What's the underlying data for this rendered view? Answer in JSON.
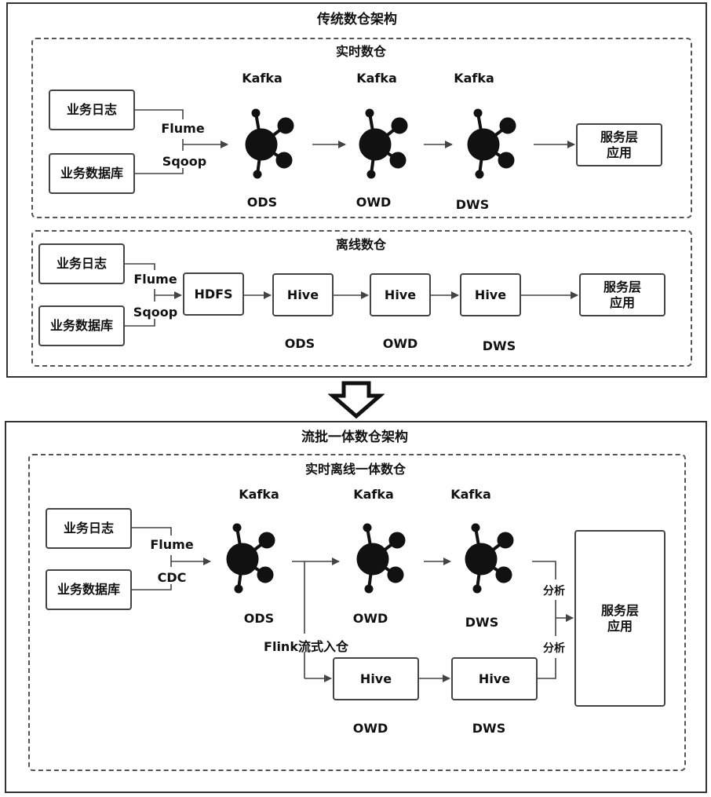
{
  "top": {
    "title": "传统数仓架构",
    "realtime": {
      "title": "实时数仓",
      "sources": [
        "业务日志",
        "业务数据库"
      ],
      "ingest_top": "Flume",
      "ingest_bottom": "Sqoop",
      "kafka_label": "Kafka",
      "layers": [
        "ODS",
        "OWD",
        "DWS"
      ],
      "sink": [
        "服务层",
        "应用"
      ]
    },
    "offline": {
      "title": "离线数仓",
      "sources": [
        "业务日志",
        "业务数据库"
      ],
      "ingest_top": "Flume",
      "ingest_bottom": "Sqoop",
      "hdfs": "HDFS",
      "hive": "Hive",
      "layers": [
        "ODS",
        "OWD",
        "DWS"
      ],
      "sink": [
        "服务层",
        "应用"
      ]
    }
  },
  "bottom": {
    "title": "流批一体数仓架构",
    "unified": {
      "title": "实时离线一体数仓",
      "sources": [
        "业务日志",
        "业务数据库"
      ],
      "ingest_top": "Flume",
      "ingest_bottom": "CDC",
      "kafka_label": "Kafka",
      "layers": [
        "ODS",
        "OWD",
        "DWS"
      ],
      "flink": "Flink流式入仓",
      "hive": "Hive",
      "hive_layers": [
        "OWD",
        "DWS"
      ],
      "analysis": "分析",
      "sink": [
        "服务层",
        "应用"
      ]
    }
  }
}
